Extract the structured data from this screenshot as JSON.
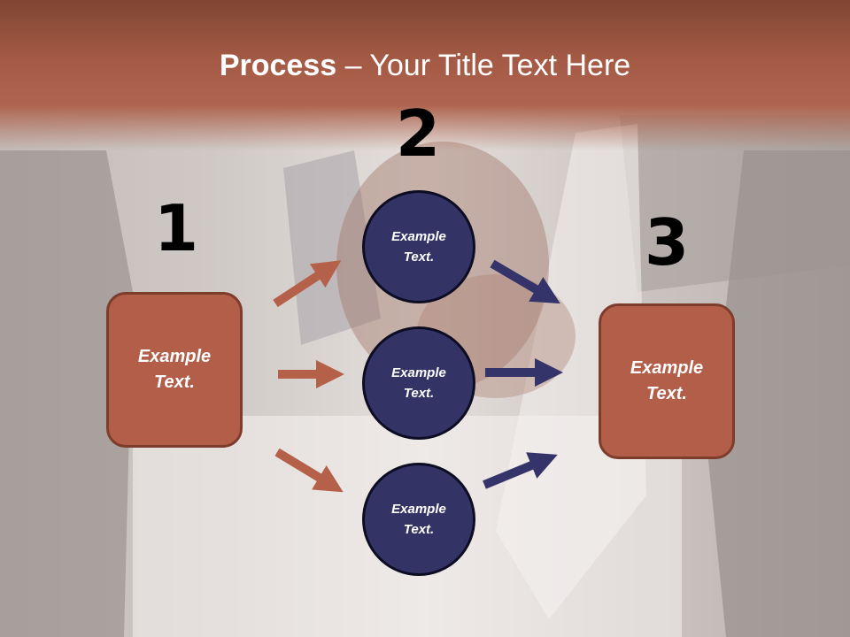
{
  "title": {
    "bold": "Process",
    "rest": " – Your Title Text Here"
  },
  "steps": [
    {
      "number": "1",
      "box_text": "Example Text."
    },
    {
      "number": "2",
      "circles": [
        "Example Text.",
        "Example Text.",
        "Example Text."
      ]
    },
    {
      "number": "3",
      "box_text": "Example Text."
    }
  ],
  "colors": {
    "title_band": "#a45a45",
    "box_fill": "#b25e48",
    "box_border": "#7e3c2c",
    "circle_fill": "#343366",
    "arrow_left": "#b5614a",
    "arrow_right": "#34336a"
  }
}
